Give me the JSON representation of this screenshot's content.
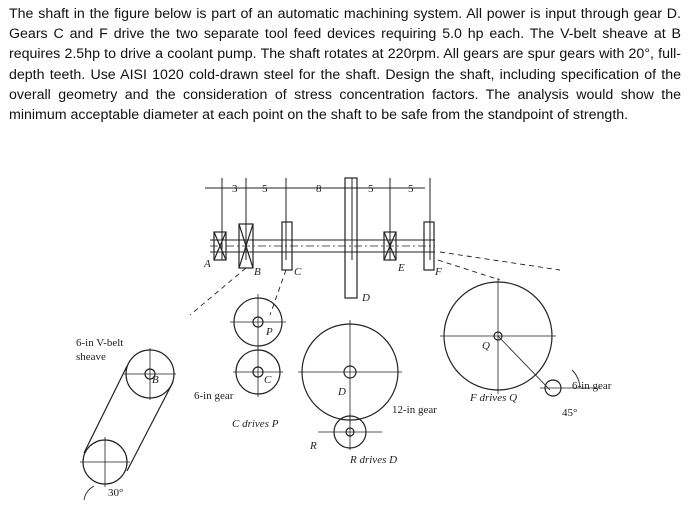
{
  "problem": {
    "text": "The shaft in the figure below is part of an automatic machining system. All power is input through gear D. Gears C and F drive the two separate tool feed devices requiring 5.0 hp each. The V-belt sheave at B requires 2.5hp to drive a coolant pump. The shaft rotates at 220rpm. All gears are spur gears with 20°, full-depth teeth. Use AISI 1020 cold-drawn steel for the shaft. Design the shaft, including specification of the overall geometry and the consideration of stress concentration factors. The analysis would show the minimum acceptable diameter at each point on the shaft to be safe from the standpoint of strength."
  },
  "figure": {
    "dimensions": [
      "3",
      "5",
      "8",
      "5",
      "5"
    ],
    "points": {
      "A": "A",
      "B": "B",
      "C": "C",
      "D": "D",
      "E": "E",
      "F": "F",
      "P": "P",
      "Q": "Q",
      "R": "R"
    },
    "labels": {
      "sheave_line1": "6-in V-belt",
      "sheave_line2": "sheave",
      "gear_6in_left": "6-in gear",
      "c_drives_p": "C drives P",
      "gear_12in": "12-in gear",
      "r_drives_d": "R drives D",
      "f_drives_q": "F drives Q",
      "gear_6in_right": "6-in gear",
      "angle_30": "30°",
      "angle_45": "45°"
    }
  }
}
